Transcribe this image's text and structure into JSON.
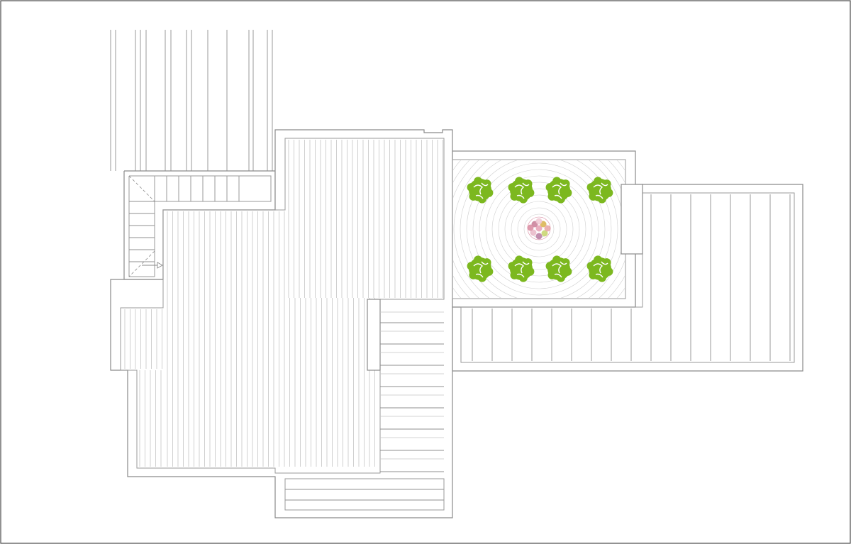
{
  "drawing": {
    "type": "roof terrace floor plan",
    "colors": {
      "frame": "#4a4a4a",
      "wall": "#8a8a8a",
      "decking": "#c4c4c4",
      "planter_foliage": "#7cb81f",
      "flower_tree": "#d98aa0"
    },
    "planters": {
      "rows": 2,
      "per_row": 4,
      "icon": "shrub-icon"
    },
    "centerpiece": {
      "icon": "flowering-tree-icon"
    },
    "stair": {
      "icon": "stair-arrow-icon"
    }
  }
}
